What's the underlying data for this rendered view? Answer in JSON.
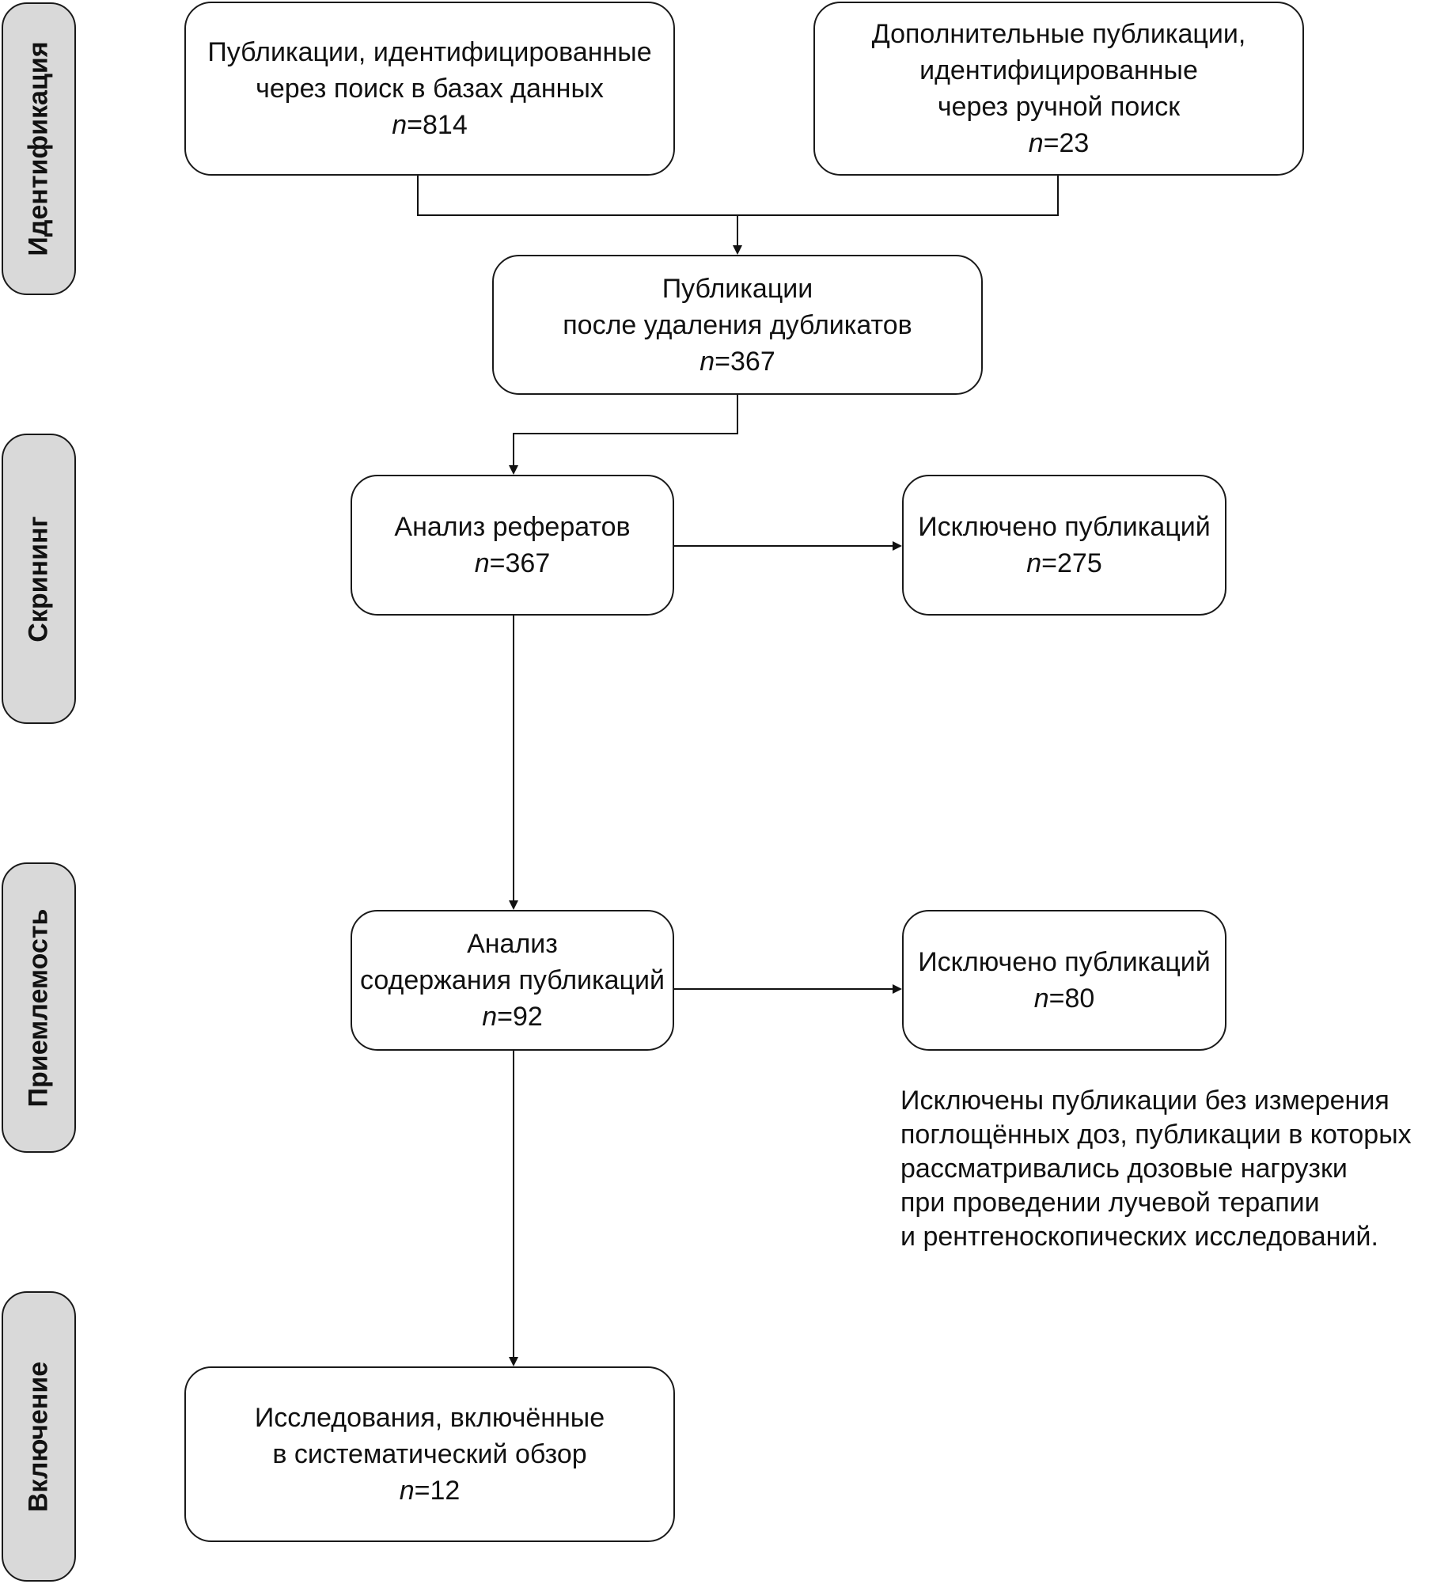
{
  "phases": {
    "identification": "Идентификация",
    "screening": "Скрининг",
    "eligibility": "Приемлемость",
    "inclusion": "Включение"
  },
  "boxes": {
    "database_search": {
      "lines": [
        "Публикации, идентифицированные",
        "через поиск в базах данных"
      ],
      "n_prefix": "n",
      "n_value": "=814"
    },
    "manual_search": {
      "lines": [
        "Дополнительные публикации,",
        "идентифицированные",
        "через ручной поиск"
      ],
      "n_prefix": "n",
      "n_value": "=23"
    },
    "after_duplicates": {
      "lines": [
        "Публикации",
        "после удаления дубликатов"
      ],
      "n_prefix": "n",
      "n_value": "=367"
    },
    "abstract_analysis": {
      "lines": [
        "Анализ рефератов"
      ],
      "n_prefix": "n",
      "n_value": "=367"
    },
    "excluded_screening": {
      "lines": [
        "Исключено публикаций"
      ],
      "n_prefix": "n",
      "n_value": "=275"
    },
    "content_analysis": {
      "lines": [
        "Анализ",
        "содержания публикаций"
      ],
      "n_prefix": "n",
      "n_value": "=92"
    },
    "excluded_eligibility": {
      "lines": [
        "Исключено публикаций"
      ],
      "n_prefix": "n",
      "n_value": "=80"
    },
    "included": {
      "lines": [
        "Исследования, включённые",
        "в систематический обзор"
      ],
      "n_prefix": "n",
      "n_value": "=12"
    }
  },
  "exclusion_note": [
    "Исключены публикации без измерения",
    "поглощённых доз, публикации в которых",
    "рассматривались дозовые нагрузки",
    "при проведении лучевой терапии",
    "и рентгеноскопических исследований."
  ]
}
